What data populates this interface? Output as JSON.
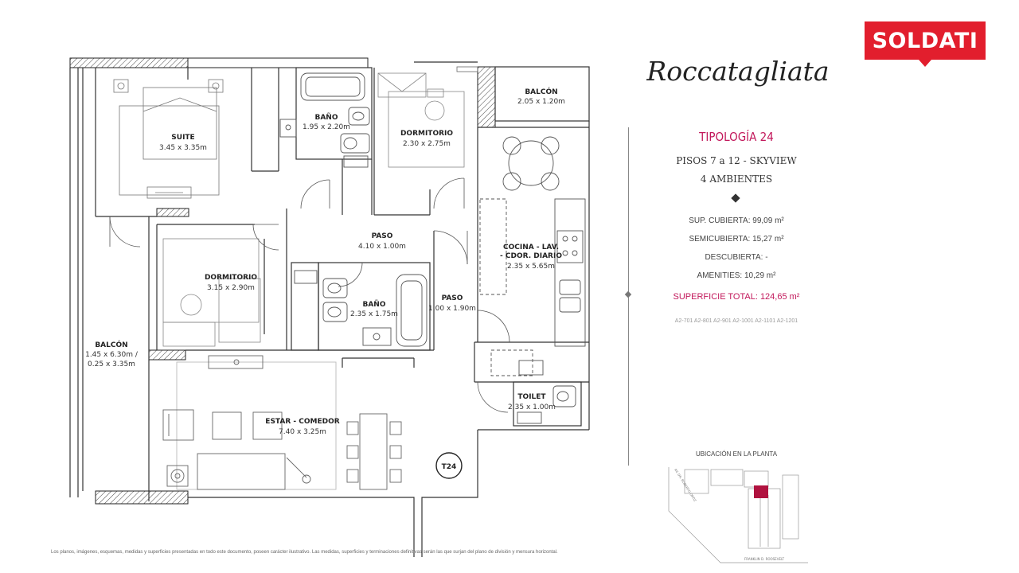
{
  "brand": {
    "logo_text": "SOLDATI",
    "color": "#e21e2d"
  },
  "project": {
    "name": "Roccatagliata"
  },
  "rooms": {
    "suite": {
      "name": "SUITE",
      "size": "3.45 x 3.35m"
    },
    "bano1": {
      "name": "BAÑO",
      "size": "1.95 x 2.20m"
    },
    "dormitorio1": {
      "name": "DORMITORIO",
      "size": "2.30 x 2.75m"
    },
    "balcon_top": {
      "name": "BALCÓN",
      "size": "2.05 x 1.20m"
    },
    "paso1": {
      "name": "PASO",
      "size": "4.10 x 1.00m"
    },
    "cocina": {
      "name_line1": "COCINA - LAV.",
      "name_line2": "- CDOR. DIARIO",
      "size": "2.35 x 5.65m"
    },
    "dormitorio2": {
      "name": "DORMITORIO",
      "size": "3.15 x 2.90m"
    },
    "bano2": {
      "name": "BAÑO",
      "size": "2.35 x 1.75m"
    },
    "paso2": {
      "name": "PASO",
      "size": "1.00 x 1.90m"
    },
    "balcon_left": {
      "name": "BALCÓN",
      "size_line1": "1.45 x 6.30m /",
      "size_line2": "0.25 x 3.35m"
    },
    "toilet": {
      "name": "TOILET",
      "size": "2.35 x 1.00m"
    },
    "estar": {
      "name": "ESTAR - COMEDOR",
      "size": "7.40 x 3.25m"
    },
    "unit_tag": "T24"
  },
  "info": {
    "tipologia": "TIPOLOGÍA 24",
    "pisos": "PISOS 7 a 12 - SKYVIEW",
    "ambientes": "4 AMBIENTES",
    "specs": [
      {
        "label": "SUP. CUBIERTA:",
        "value": "99,09 m²"
      },
      {
        "label": "SEMICUBIERTA:",
        "value": "15,27 m²"
      },
      {
        "label": "DESCUBIERTA:",
        "value": "-"
      },
      {
        "label": "AMENITIES:",
        "value": "10,29 m²"
      }
    ],
    "total": {
      "label": "SUPERFICIE TOTAL:",
      "value": "124,65 m²"
    },
    "units": "A2-701  A2-801  A2-901  A2-1001  A2-1101  A2-1201",
    "accent_color": "#c2185b"
  },
  "location": {
    "title": "UBICACIÓN EN LA PLANTA",
    "street_left": "AV. DR. ROBERTO ORTIZ",
    "street_bottom": "FRANKLIN D. ROOSEVELT",
    "highlight_color": "#b0123f"
  },
  "disclaimer": "Los planos, imágenes, esquemas, medidas y superficies presentadas en todo este documento, poseen carácter ilustrativo.  Las medidas, superficies y terminaciones definitivas serán las que surjan del plano de división y mensura horizontal."
}
